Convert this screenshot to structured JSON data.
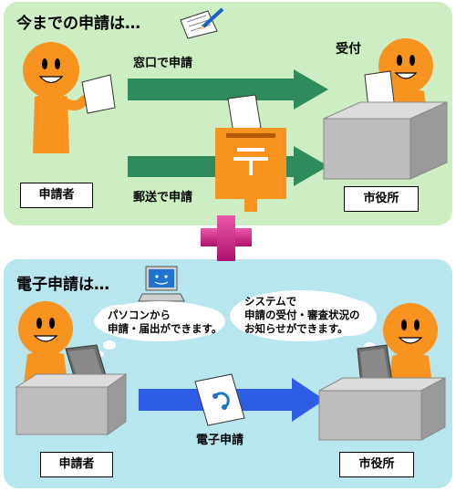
{
  "top_panel": {
    "title": "今までの申請は…",
    "counter_label": "窓口で申請",
    "mail_label": "郵送で申請",
    "reception_label": "受付",
    "applicant_box": "申請者",
    "cityhall_box": "市役所"
  },
  "bottom_panel": {
    "title": "電子申請は…",
    "pc_bubble": [
      "パソコンから",
      "申請・届出ができます。"
    ],
    "system_bubble": [
      "システムで",
      "申請の受付・審査状況の",
      "お知らせができます。"
    ],
    "e_label": "電子申請",
    "applicant_box": "申請者",
    "cityhall_box": "市役所"
  },
  "colors": {
    "top_bg": "#cdeec3",
    "bottom_bg": "#b8e6ef",
    "person": "#f7931e",
    "green_arrow": "#2f8a5c",
    "blue_arrow": "#2d5ce6",
    "plus": "#d21c8a"
  }
}
